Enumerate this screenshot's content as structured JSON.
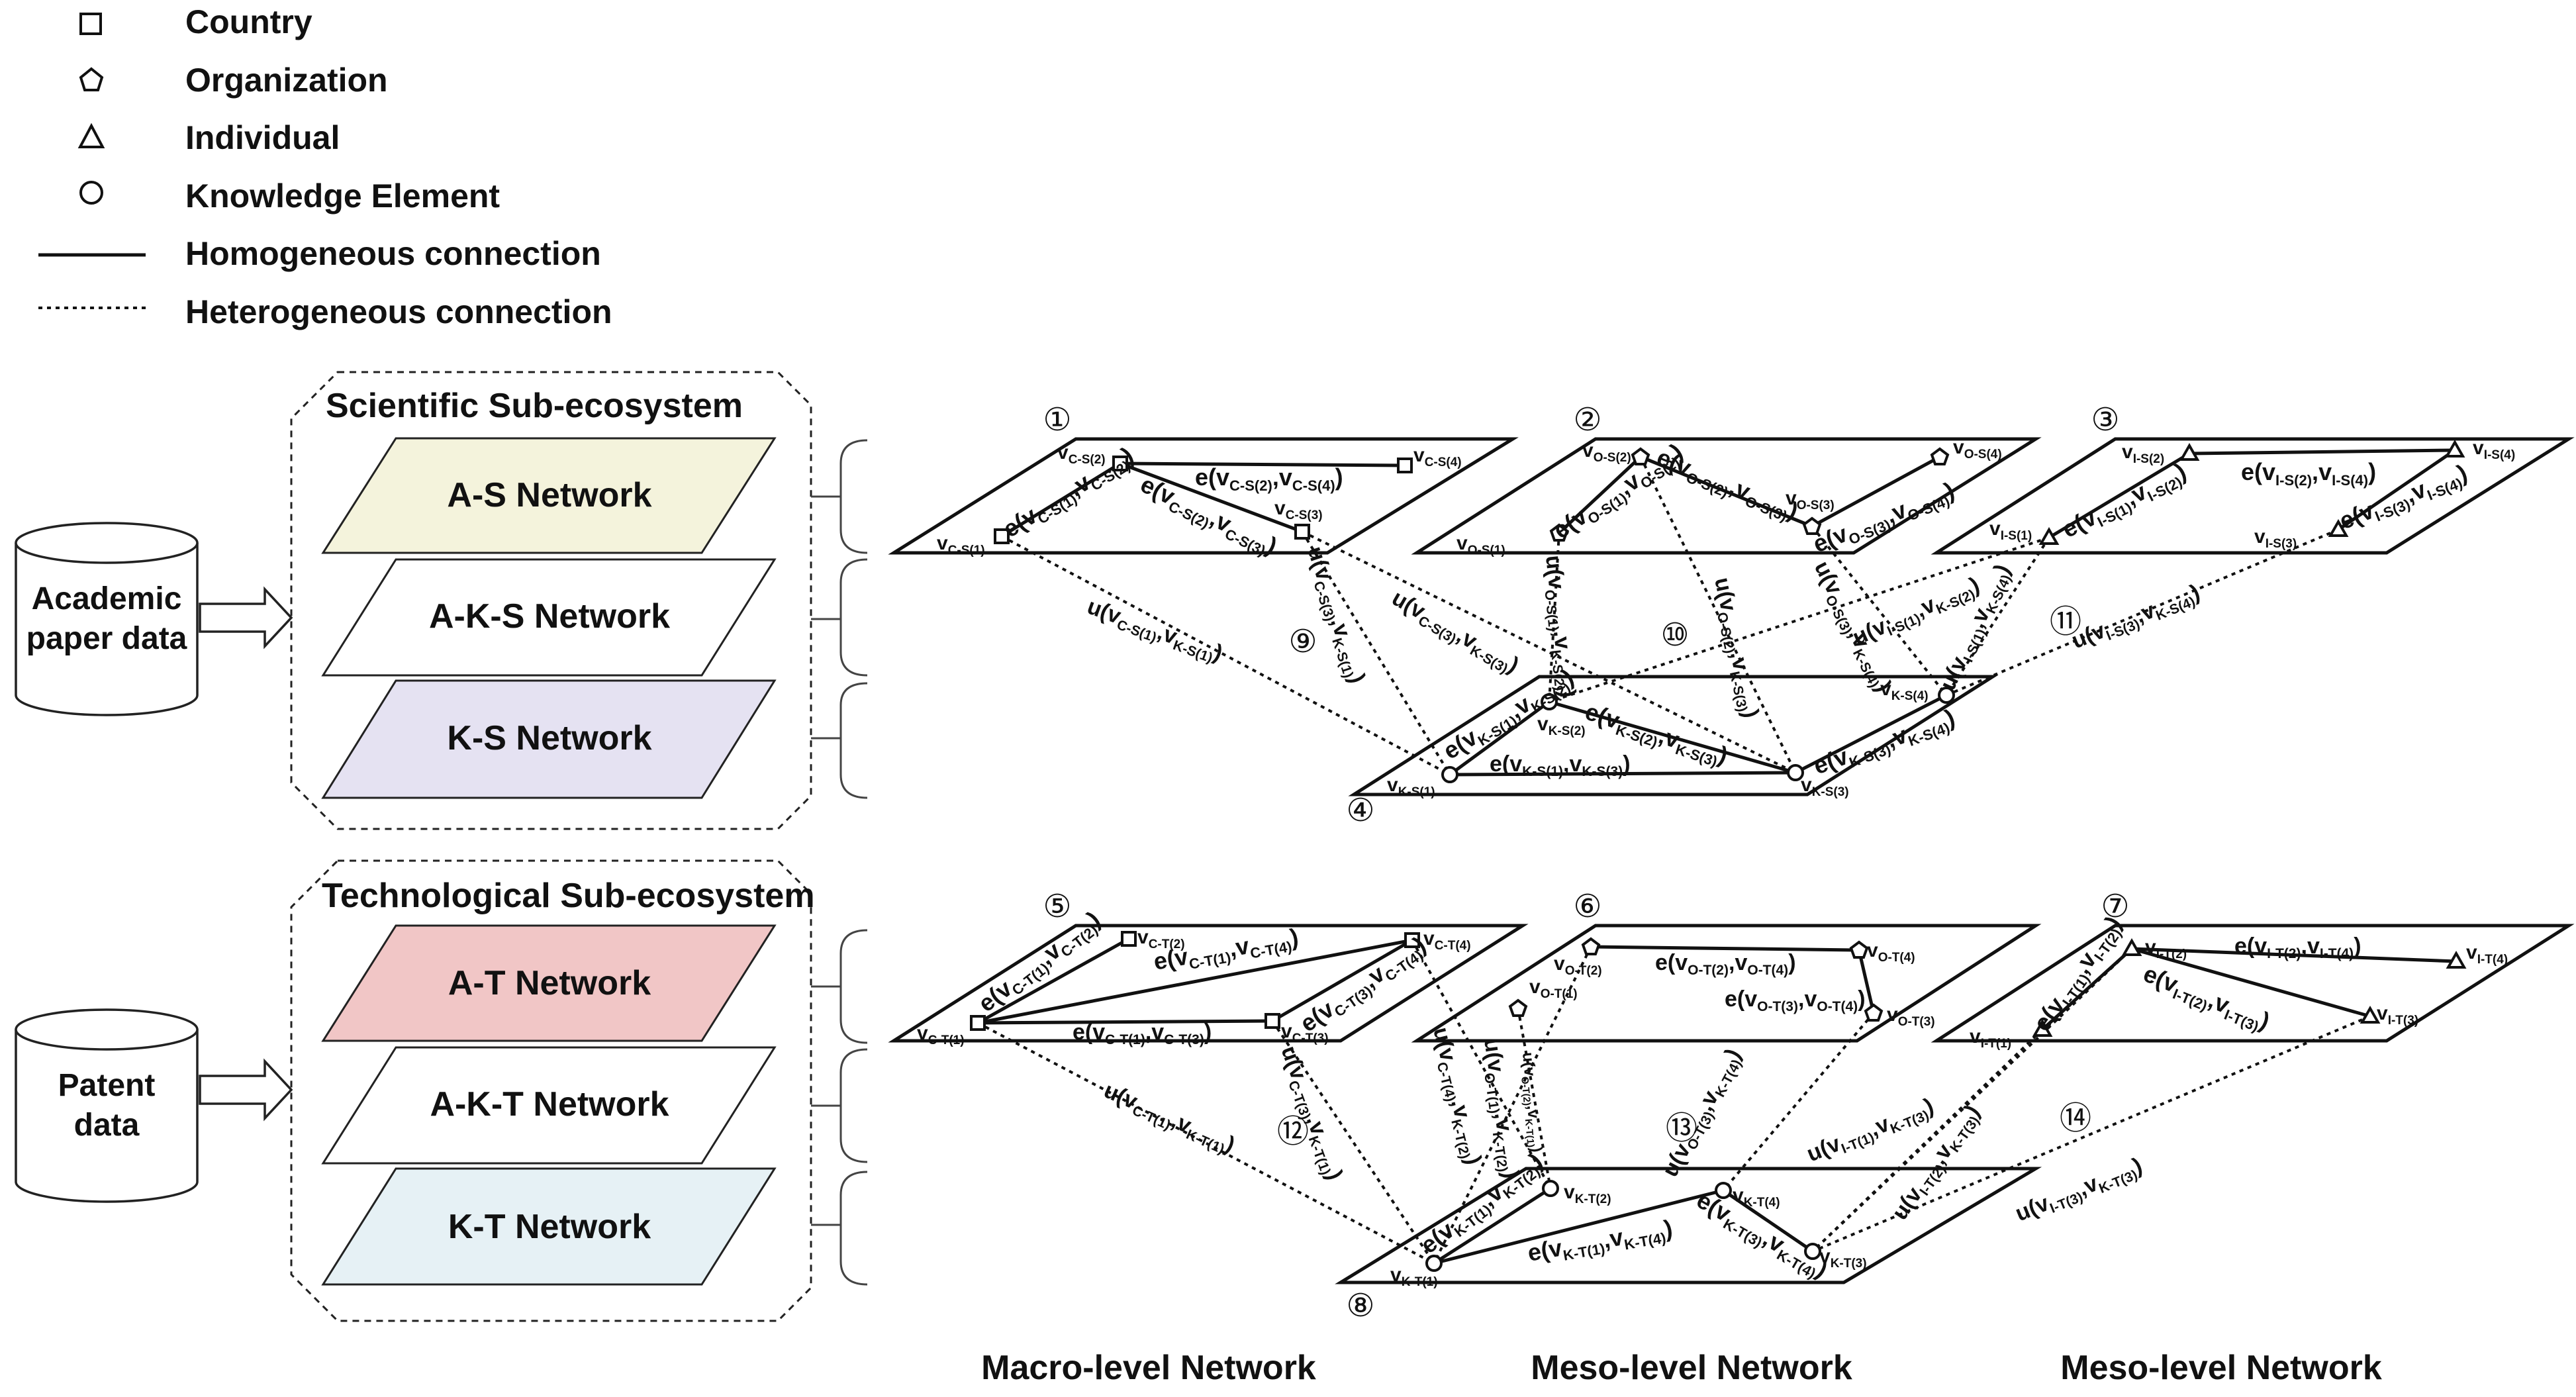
{
  "legend": {
    "country": "Country",
    "organization": "Organization",
    "individual": "Individual",
    "knowledge": "Knowledge Element",
    "homogeneous": "Homogeneous connection",
    "heterogeneous": "Heterogeneous connection"
  },
  "sources": {
    "academic_line1": "Academic",
    "academic_line2": "paper data",
    "patent_line1": "Patent",
    "patent_line2": "data"
  },
  "scientific": {
    "title": "Scientific Sub-ecosystem",
    "layers": [
      "A-S Network",
      "A-K-S Network",
      "K-S Network"
    ],
    "colors": [
      "#f4f3dc",
      "#ffffff",
      "#e5e2f2"
    ]
  },
  "technological": {
    "title": "Technological Sub-ecosystem",
    "layers": [
      "A-T Network",
      "A-K-T Network",
      "K-T Network"
    ],
    "colors": [
      "#f1c6c6",
      "#ffffff",
      "#e6f1f5"
    ]
  },
  "level_labels": [
    "Macro-level Network",
    "Meso-level Network",
    "Meso-level Network"
  ],
  "markers": [
    "①",
    "②",
    "③",
    "④",
    "⑤",
    "⑥",
    "⑦",
    "⑧",
    "⑨",
    "⑩",
    "⑪",
    "⑫",
    "⑬",
    "⑭"
  ],
  "node_labels": {
    "cs1": "vC-S(1)",
    "cs2": "vC-S(2)",
    "cs3": "vC-S(3)",
    "cs4": "vC-S(4)",
    "os1": "vO-S(1)",
    "os2": "vO-S(2)",
    "os3": "vO-S(3)",
    "os4": "vO-S(4)",
    "is1": "vI-S(1)",
    "is2": "vI-S(2)",
    "is3": "vI-S(3)",
    "is4": "vI-S(4)",
    "ks1": "vK-S(1)",
    "ks2": "vK-S(2)",
    "ks3": "vK-S(3)",
    "ks4": "vK-S(4)",
    "ct1": "vC-T(1)",
    "ct2": "vC-T(2)",
    "ct3": "vC-T(3)",
    "ct4": "vC-T(4)",
    "ot1": "vO-T(1)",
    "ot2": "vO-T(2)",
    "ot3": "vO-T(3)",
    "ot4": "vO-T(4)",
    "it1": "vI-T(1)",
    "it2": "vI-T(2)",
    "it3": "vI-T(3)",
    "it4": "vI-T(4)",
    "kt1": "vK-T(1)",
    "kt2": "vK-T(2)",
    "kt3": "vK-T(3)",
    "kt4": "vK-T(4)"
  },
  "edge_labels": {
    "e_cs12": "e(vC-S(1),vC-S(2))",
    "e_cs23": "e(vC-S(2),vC-S(3))",
    "e_cs24": "e(vC-S(2),vC-S(4))",
    "e_os12": "e(vO-S(1),vO-S(2))",
    "e_os23": "e(vO-S(2),vO-S(3))",
    "e_os34": "e(vO-S(3),vO-S(4))",
    "e_is12": "e(vI-S(1),vI-S(2))",
    "e_is24": "e(vI-S(2),vI-S(4))",
    "e_is34": "e(vI-S(3),vI-S(4))",
    "e_ks12": "e(vK-S(1),vK-S(2))",
    "e_ks13": "e(vK-S(1),vK-S(3))",
    "e_ks23": "e(vK-S(2),vK-S(3))",
    "e_ks34": "e(vK-S(3),vK-S(4))",
    "u_cs1ks1": "u(vC-S(1),vK-S(1))",
    "u_cs3ks1": "u(vC-S(3),vK-S(1))",
    "u_cs3ks3": "u(vC-S(3),vK-S(3))",
    "u_os1ks2": "u(vO-S(1),vK-S(2))",
    "u_os2ks3": "u(vO-S(2),vK-S(3))",
    "u_os3ks4": "u(vO-S(3),vK-S(4))",
    "u_is1ks2": "u(vI-S(1),vK-S(2))",
    "u_is1ks4": "u(vI-S(1),vK-S(4))",
    "u_is3ks4": "u(vI-S(3),vK-S(4))",
    "e_ct12": "e(vC-T(1),vC-T(2))",
    "e_ct14": "e(vC-T(1),vC-T(4))",
    "e_ct13": "e(vC-T(1),vC-T(3))",
    "e_ct34": "e(vC-T(3),vC-T(4))",
    "e_ot24": "e(vO-T(2),vO-T(4))",
    "e_ot34": "e(vO-T(3),vO-T(4))",
    "e_it12": "e(vI-T(1),vI-T(2))",
    "e_it24": "e(vI-T(2),vI-T(4))",
    "e_it23": "e(vI-T(2),vI-T(3))",
    "e_kt12": "e(vK-T(1),vK-T(2))",
    "e_kt14": "e(vK-T(1),vK-T(4))",
    "e_kt34": "e(vK-T(3),vK-T(4))",
    "u_ct1kt1": "u(vC-T(1),vK-T(1))",
    "u_ct3kt1": "u(vC-T(3),vK-T(1))",
    "u_ct4kt2": "u(vC-T(4),vK-T(2))",
    "u_ot1kt2": "u(vO-T(1),vK-T(2))",
    "u_ot2kt1": "u(vO-T(2),vK-T(1))",
    "u_ot3kt4": "u(vO-T(3),vK-T(4))",
    "u_it1kt3": "u(vI-T(1),vK-T(3))",
    "u_it2kt3": "u(vI-T(2),vK-T(3))",
    "u_it3kt3": "u(vI-T(3),vK-T(3))"
  }
}
